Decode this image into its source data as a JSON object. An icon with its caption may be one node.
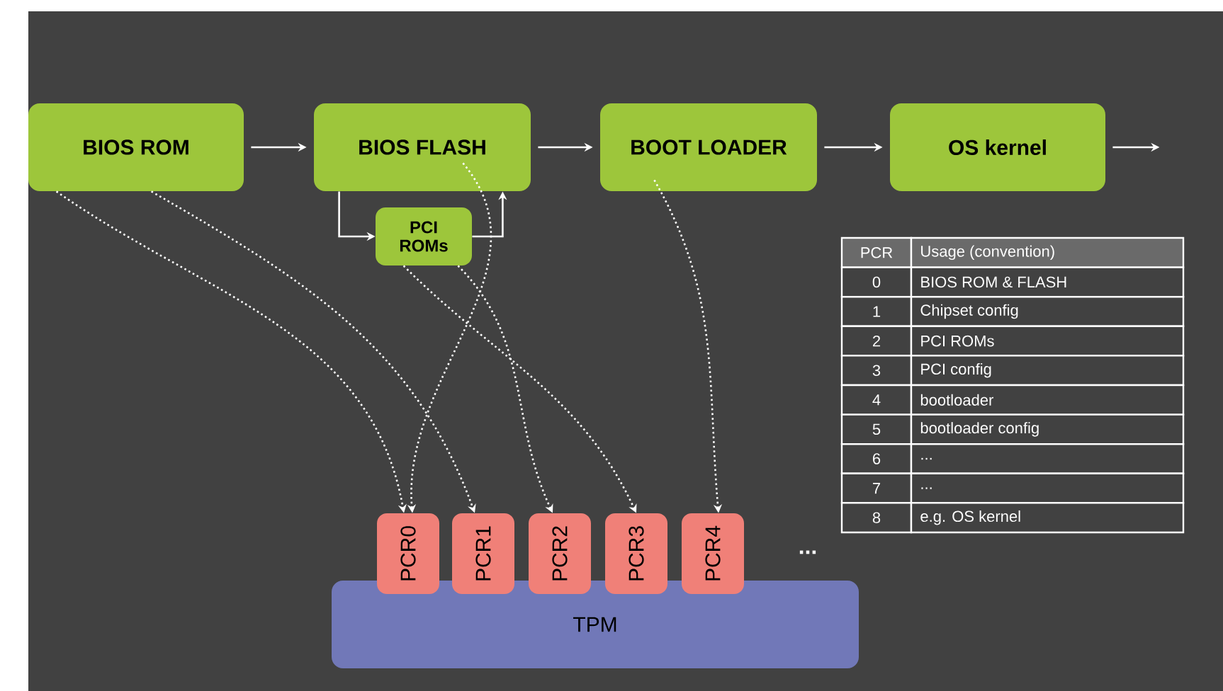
{
  "diagram": {
    "nodes": [
      {
        "text": [
          "BIOS ROM"
        ]
      },
      {
        "text": [
          "BIOS FLASH"
        ]
      },
      {
        "text": [
          "BOOT LOADER"
        ]
      },
      {
        "text": [
          "OS kernel"
        ]
      },
      {
        "text": [
          "PCI ROMs"
        ]
      },
      {
        "text": [
          "TPM"
        ]
      },
      {
        "text": [
          "PCR0"
        ]
      },
      {
        "text": [
          "PCR1"
        ]
      },
      {
        "text": [
          "PCR2"
        ]
      },
      {
        "text": [
          "PCR3"
        ]
      },
      {
        "text": [
          "PCR4"
        ]
      }
    ],
    "edges": [
      {
        "from": 0,
        "to": 1,
        "arrow": "to"
      },
      {
        "from": 1,
        "to": 2,
        "arrow": "to"
      },
      {
        "from": 2,
        "to": 3,
        "arrow": "to"
      },
      {
        "from": 3,
        "to": null,
        "arrow": "to"
      },
      {
        "from": 1,
        "to": 4,
        "arrow": "to"
      },
      {
        "from": 4,
        "to": 1,
        "arrow": "to"
      },
      {
        "from": 0,
        "to": 6,
        "arrow": "to",
        "style": "dashed"
      },
      {
        "from": 0,
        "to": 7,
        "arrow": "to",
        "style": "dashed"
      },
      {
        "from": 1,
        "to": 6,
        "arrow": "to",
        "style": "dashed"
      },
      {
        "from": 4,
        "to": 8,
        "arrow": "to",
        "style": "dashed"
      },
      {
        "from": 4,
        "to": 9,
        "arrow": "to",
        "style": "dashed"
      },
      {
        "from": 2,
        "to": 10,
        "arrow": "to",
        "style": "dashed"
      }
    ],
    "labels": [
      "...",
      "PCR",
      "Usage (convention)",
      "0",
      "BIOS ROM & FLASH",
      "1",
      "Chipset config",
      "2",
      "PCI ROMs",
      "3",
      "PCI config",
      "4",
      "bootloader",
      "5",
      "bootloader config",
      "6",
      "...",
      "7",
      "...",
      "8",
      "e.g. OS kernel"
    ]
  }
}
